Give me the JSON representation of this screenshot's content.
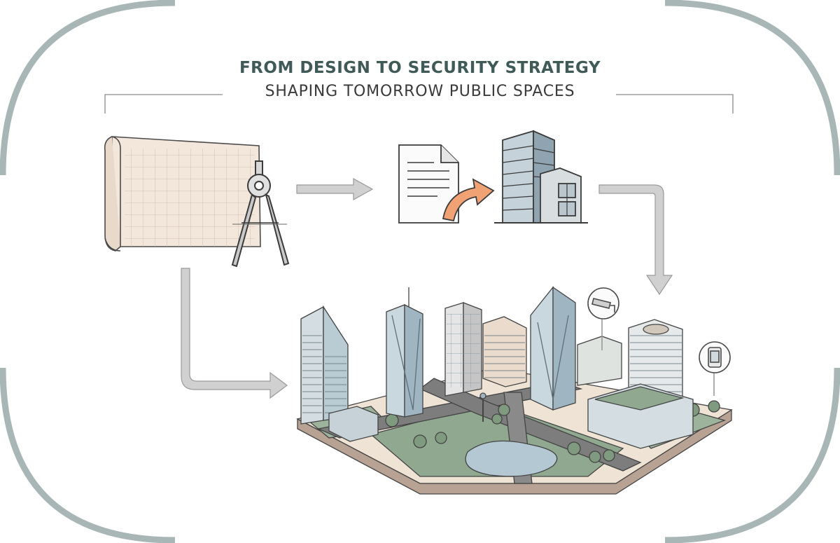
{
  "header": {
    "title": "FROM DESIGN TO SECURITY STRATEGY",
    "subtitle": "SHAPING TOMORROW PUBLIC SPACES"
  },
  "colors": {
    "frame": "#a9b6b6",
    "title": "#3f5a57",
    "arrow": "#d0d0d0",
    "paper": "#f3e7dc",
    "glass": "#b9ccd4",
    "grass": "#8fa88f",
    "water": "#b3c8d2",
    "road": "#7d7d7d",
    "ground": "#efe3d5"
  },
  "icons": [
    "blueprint-icon",
    "drafting-compass-icon",
    "document-icon",
    "curved-arrow-icon",
    "office-building-icon",
    "cctv-camera-icon",
    "smartphone-icon",
    "isometric-city-illustration"
  ]
}
